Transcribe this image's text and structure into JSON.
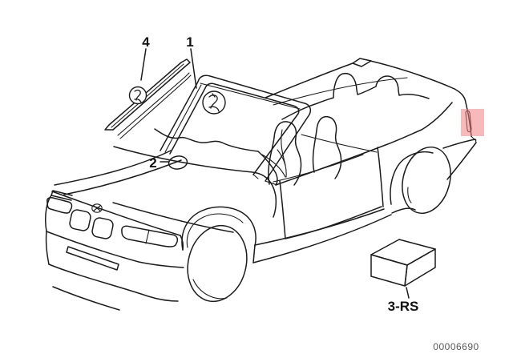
{
  "callouts": {
    "item4": {
      "label": "4"
    },
    "item1": {
      "label": "1"
    },
    "item2": {
      "label": "2"
    },
    "item3": {
      "label": "3-RS"
    }
  },
  "icons": {
    "callout_circle_1": "clip-symbol",
    "callout_circle_4": "clip-symbol"
  },
  "footer": {
    "image_number": "00006690"
  },
  "colors": {
    "background": "#ffffff",
    "line": "#1c1c1c",
    "highlight": "#f08080",
    "label_text": "#111111",
    "footer_text": "#5a5a5a"
  }
}
